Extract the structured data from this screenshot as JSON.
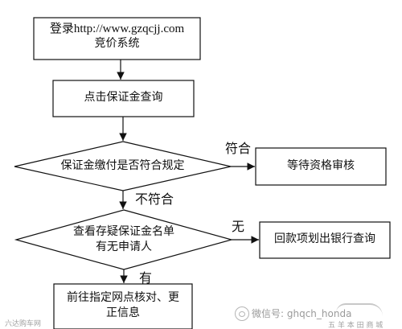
{
  "flowchart": {
    "step1": {
      "line1": "登录http://www.gzqcjj.com",
      "line2": "竞价系统"
    },
    "step2": "点击保证金查询",
    "decision1": "保证金缴付是否符合规定",
    "decision1_yes": "符合",
    "decision1_no": "不符合",
    "result1": "等待资格审核",
    "decision2": {
      "line1": "查看存疑保证金名单",
      "line2": "有无申请人"
    },
    "decision2_no": "无",
    "decision2_yes": "有",
    "result2": "回款项划出银行查询",
    "step_final": {
      "line1": "前往指定网点核对、更",
      "line2": "正信息"
    }
  },
  "watermark": {
    "left": "六达购车网",
    "wechat": "微信号: ghqch_honda",
    "sub": "五 羊 本 田 商 城"
  },
  "colors": {
    "stroke": "#111111",
    "background": "#ffffff",
    "watermark": "#9a9a9a"
  }
}
